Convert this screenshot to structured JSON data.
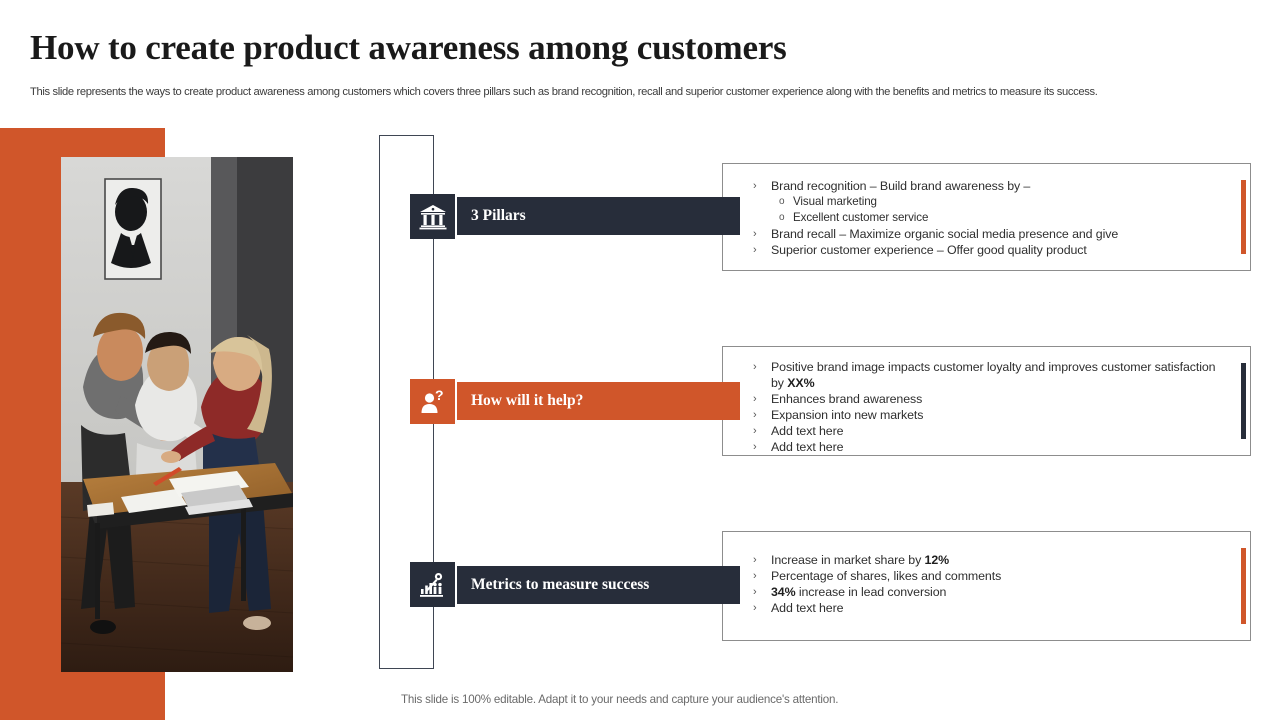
{
  "slide": {
    "title": "How to create product awareness among customers",
    "subtitle": "This slide represents the ways to create product awareness among customers which covers three pillars such as brand recognition, recall and superior customer experience along with the benefits and metrics to measure its success.",
    "footer_note": "This slide is 100% editable. Adapt it to your needs and capture your audience's attention."
  },
  "colors": {
    "accent_orange": "#D0562A",
    "dark_navy": "#272D3A",
    "border_gray": "#8d8d8d",
    "text_dark": "#2f2f2f"
  },
  "photo": {
    "alt": "Team of colleagues collaborating around a wooden table in an office",
    "icon": "team-meeting-photo"
  },
  "rows": [
    {
      "id": "pillars",
      "tab_label": "3 Pillars",
      "tab_color": "#272D3A",
      "icon": "bank-pillars-icon",
      "left_accent_color": "#272D3A",
      "right_accent_color": "#D0562A",
      "bullets": [
        {
          "level": 1,
          "marker": "›",
          "text": "Brand recognition – Build brand awareness by –"
        },
        {
          "level": 2,
          "marker": "o",
          "text": "Visual marketing"
        },
        {
          "level": 2,
          "marker": "o",
          "text": "Excellent customer service"
        },
        {
          "level": 1,
          "marker": "›",
          "text": "Brand recall – Maximize organic social media presence and give"
        },
        {
          "level": 1,
          "marker": "›",
          "text": "Superior customer experience –  Offer good quality product"
        }
      ]
    },
    {
      "id": "help",
      "tab_label": "How will it help?",
      "tab_color": "#D0562A",
      "icon": "person-question-icon",
      "left_accent_color": "#D0562A",
      "right_accent_color": "#272D3A",
      "bullets": [
        {
          "level": 1,
          "marker": "›",
          "text": "Positive brand image impacts customer loyalty and improves  customer satisfaction by ",
          "bold": "XX%"
        },
        {
          "level": 1,
          "marker": "›",
          "text": "Enhances brand awareness"
        },
        {
          "level": 1,
          "marker": "›",
          "text": "Expansion into new markets"
        },
        {
          "level": 1,
          "marker": "›",
          "text": "Add text here"
        },
        {
          "level": 1,
          "marker": "›",
          "text": "Add text here"
        }
      ]
    },
    {
      "id": "metrics",
      "tab_label": "Metrics to measure success",
      "tab_color": "#272D3A",
      "icon": "bar-chart-growth-icon",
      "left_accent_color": "#272D3A",
      "right_accent_color": "#D0562A",
      "bullets": [
        {
          "level": 1,
          "marker": "›",
          "text": "Increase in market share by ",
          "bold": "12%"
        },
        {
          "level": 1,
          "marker": "›",
          "text": "Percentage of shares, likes and comments"
        },
        {
          "level": 1,
          "marker": "›",
          "boldFirst": "34%",
          "text": " increase in lead conversion"
        },
        {
          "level": 1,
          "marker": "›",
          "text": "Add text here"
        }
      ]
    }
  ]
}
